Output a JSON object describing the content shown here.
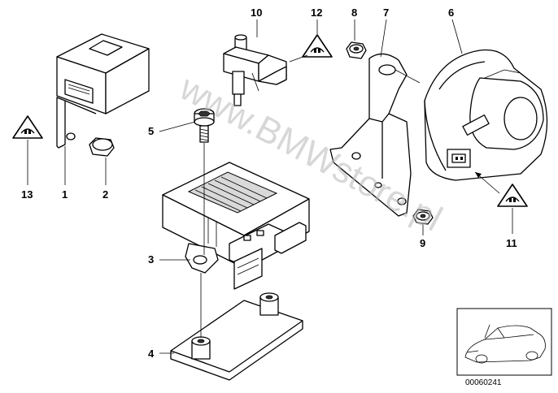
{
  "diagram": {
    "watermark": "www.BMWstore.pl",
    "image_code": "00060241",
    "callouts": [
      "1",
      "2",
      "3",
      "4",
      "5",
      "6",
      "7",
      "8",
      "9",
      "10",
      "11",
      "12",
      "13"
    ],
    "warning_symbols": [
      "warning-triangle-icon",
      "warning-triangle-icon",
      "warning-triangle-icon"
    ]
  }
}
